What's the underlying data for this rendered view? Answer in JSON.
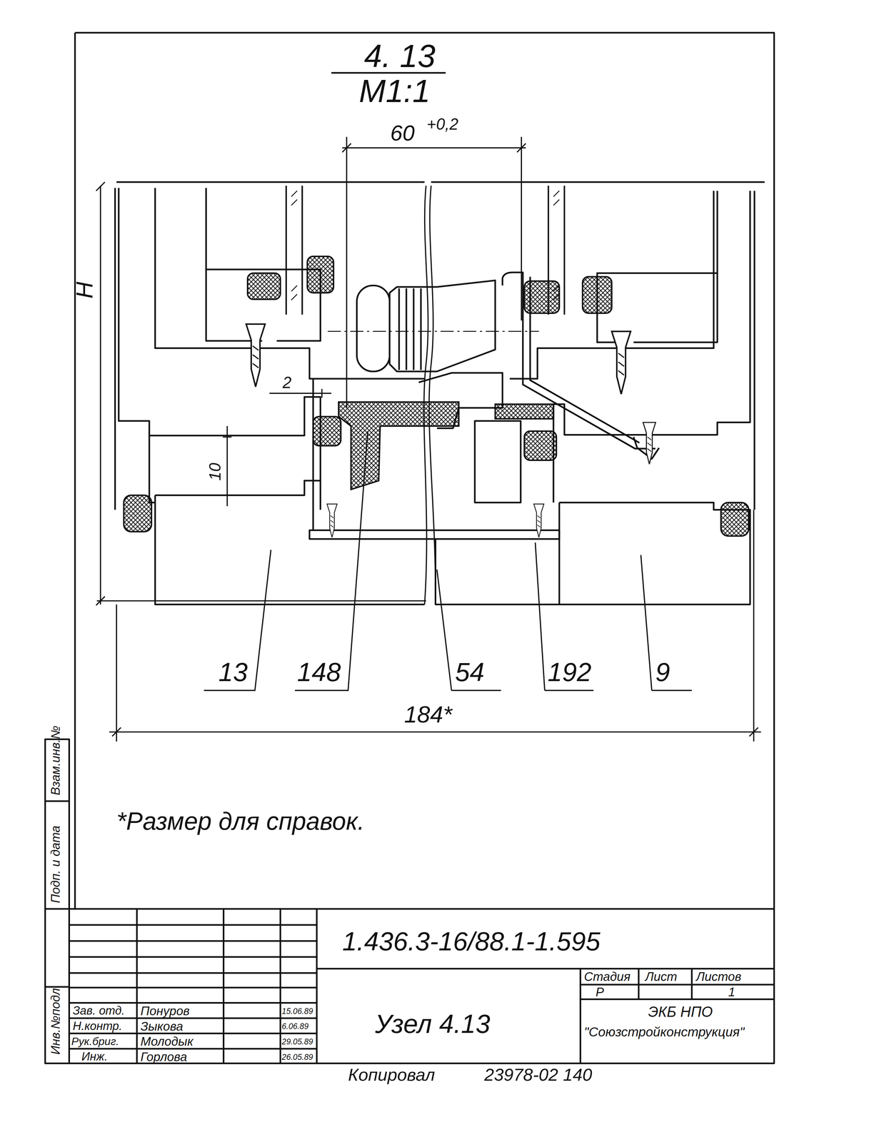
{
  "diagram": {
    "labels": [
      "4. 13",
      "M1:1",
      "60",
      "+0,2",
      "H",
      "2",
      "10",
      "13",
      "148",
      "54",
      "192",
      "9",
      "184*",
      "*Размер для справок.",
      "Взам.инв.№",
      "Подп. и дата",
      "Инв.№подл.",
      "1.436.3-16/88.1-1.595",
      "Стадия",
      "Лист",
      "Листов",
      "Р",
      "1",
      "ЭКБ НПО",
      "\"Союзстройконструкция\"",
      "Узел 4.13",
      "Зав. отд.",
      "Понуров",
      "15.06.89",
      "Н.контр.",
      "Зыкова",
      "6.06.89",
      "Рук.бриг.",
      "Молодык",
      "29.05.89",
      "Инж.",
      "Горлова",
      "26.05.89",
      "Копировал",
      "23978-02 140"
    ]
  }
}
